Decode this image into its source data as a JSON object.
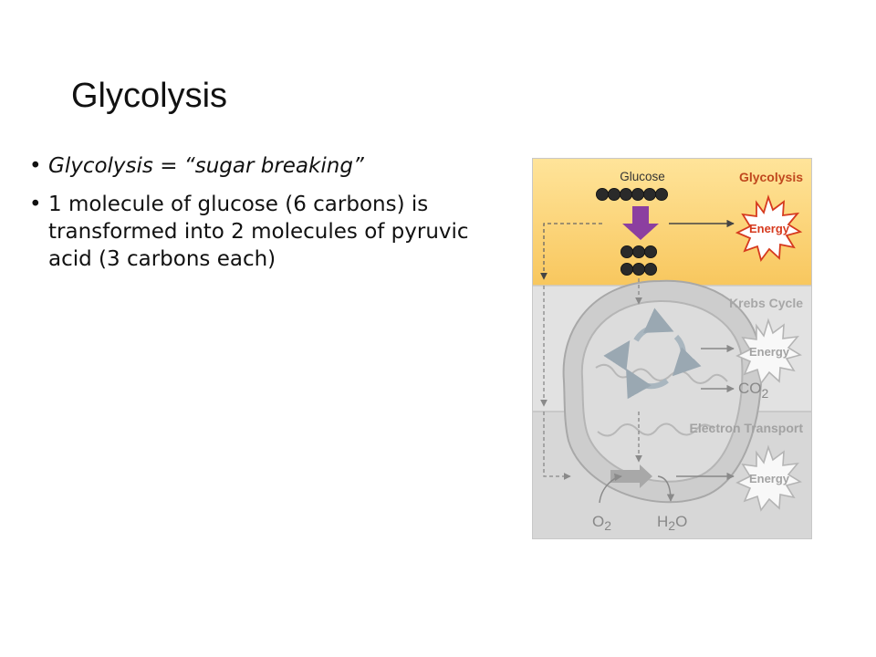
{
  "slide": {
    "title": "Glycolysis",
    "bullets": [
      {
        "text": "Glycolysis = “sugar breaking”",
        "italic": true
      },
      {
        "text": "1 molecule of glucose (6 carbons) is transformed into 2 molecules of pyruvic acid (3 carbons each)",
        "italic": false
      }
    ]
  },
  "diagram": {
    "glucose_label": "Glucose",
    "stages": {
      "glycolysis": "Glycolysis",
      "krebs": "Krebs Cycle",
      "electron_transport": "Electron Transport"
    },
    "energy_label": "Energy",
    "products": {
      "co2_base": "CO",
      "co2_sub": "2",
      "o2_base": "O",
      "o2_sub": "2",
      "h2o_h": "H",
      "h2o_sub": "2",
      "h2o_o": "O"
    },
    "colors": {
      "glycolysis_band": "#fbd074",
      "glycolysis_band_top": "#ffe49a",
      "krebs_band": "#e1e1e1",
      "et_band": "#d6d6d6",
      "arrow_purple": "#8c3fa0",
      "starburst_red": "#d63a1e",
      "stage_label_orange": "#c0481e",
      "molecule": "#2a2a2a"
    }
  }
}
